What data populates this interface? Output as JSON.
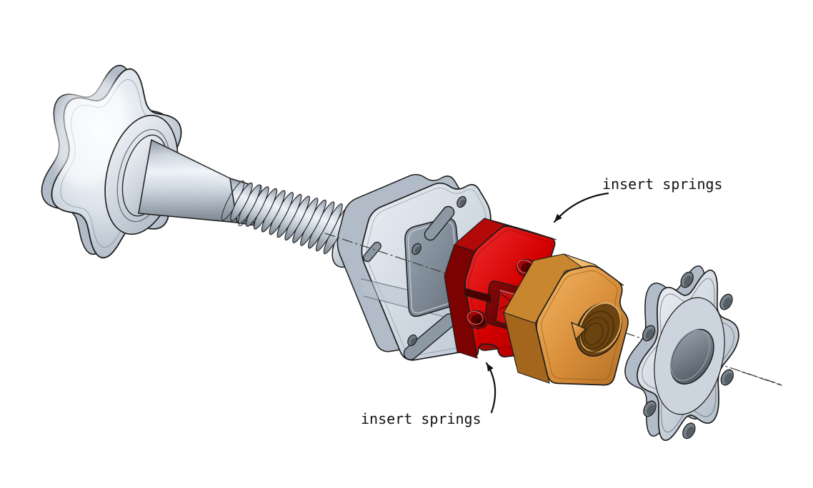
{
  "figure": {
    "type": "cad-exploded-view-diagram",
    "background": "#ffffff",
    "annotations": [
      {
        "label": "insert springs",
        "target": "spring-insert-block",
        "position": "top-right"
      },
      {
        "label": "insert springs",
        "target": "spring-insert-block",
        "position": "bottom-center"
      }
    ],
    "parts": [
      {
        "name": "star-knob-with-threaded-stud",
        "color": "#ccd4de"
      },
      {
        "name": "clamp-body-plate",
        "color": "#ccd4de"
      },
      {
        "name": "spring-insert-block",
        "color": "#d40000"
      },
      {
        "name": "threaded-nut-block",
        "color": "#dd9140"
      },
      {
        "name": "lobed-flange-plate",
        "color": "#ccd4de"
      }
    ],
    "colors": {
      "outline": "#1c1c1c",
      "centerline": "#444444",
      "metal": "#ccd4de",
      "metal_dark": "#b2bcc8",
      "metal_deep": "#8d98a5",
      "red": "#d40000",
      "red_dark": "#7c0202",
      "red_bright": "#ff5555",
      "orange": "#dd9140",
      "orange_dark": "#8a5414",
      "orange_bright": "#f6c377",
      "text": "#111111"
    }
  }
}
